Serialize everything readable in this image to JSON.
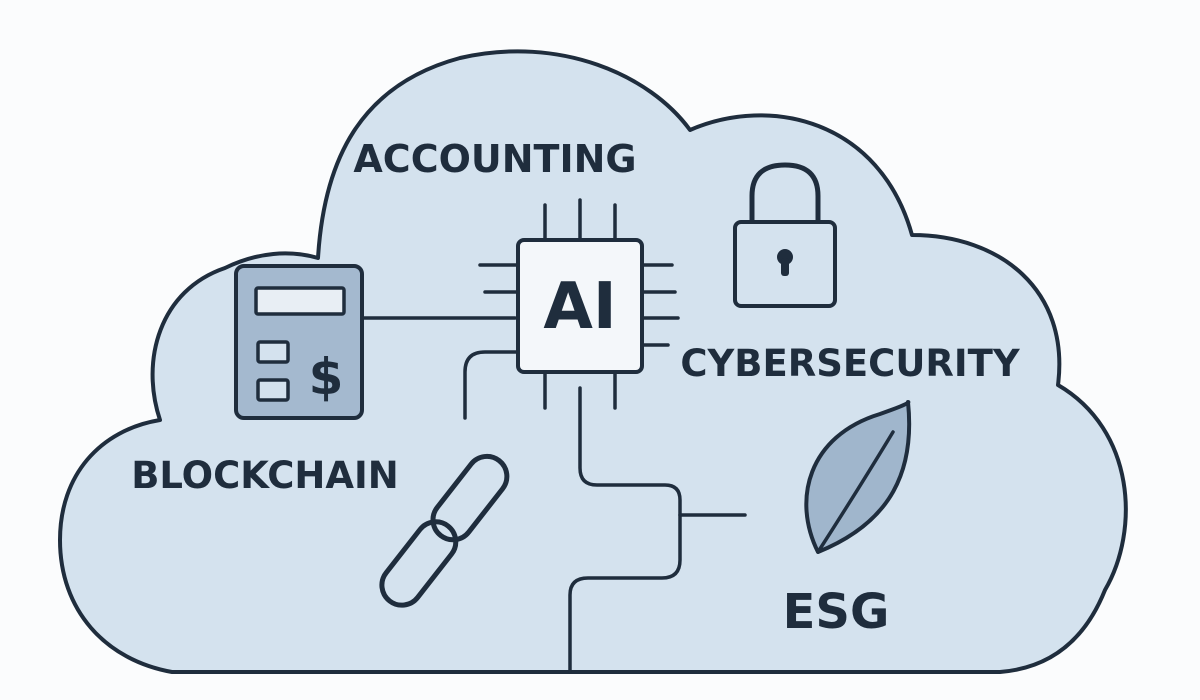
{
  "labels": {
    "center": "AI",
    "accounting": "ACCOUNTING",
    "cybersecurity": "CYBERSECURITY",
    "blockchain": "BLOCKCHAIN",
    "esg": "ESG",
    "calculator_symbol": "$"
  },
  "icons": [
    "cloud-icon",
    "ai-chip-icon",
    "calculator-icon",
    "padlock-icon",
    "chain-link-icon",
    "leaf-icon"
  ],
  "colors": {
    "cloud_fill": "#d4e2ee",
    "outline": "#1f2d3d",
    "chip_fill": "#f4f7fa",
    "calculator_fill": "#a4b9cf",
    "leaf_fill": "#a0b6cc",
    "background": "#fbfcfd"
  }
}
